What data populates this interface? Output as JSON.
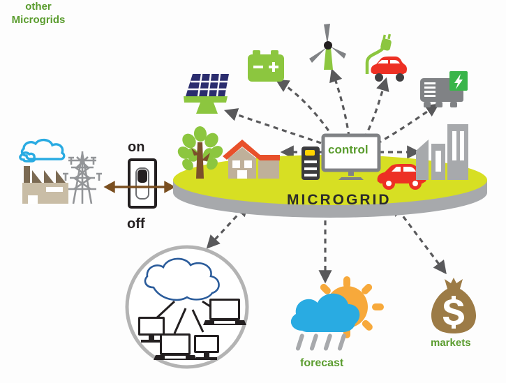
{
  "diagram": {
    "title": "MICROGRID",
    "platform_label": "MICROGRID",
    "control_label": "control",
    "switch": {
      "on_label": "on",
      "off_label": "off",
      "state": "on"
    },
    "cloud_label_line1": "other",
    "cloud_label_line2": "Microgrids",
    "forecast_label": "forecast",
    "markets_label": "markets"
  },
  "colors": {
    "green": "#8cc63f",
    "green_text": "#5a9c2e",
    "platform_top": "#d7df23",
    "platform_side": "#a7a9ac",
    "gray": "#808285",
    "dark_gray": "#58595b",
    "red": "#ed3024",
    "roof_orange": "#e8502a",
    "house_tan": "#bfb09a",
    "factory_tan": "#c9bda6",
    "factory_roof": "#7b6a53",
    "cloud_blue": "#29abe2",
    "sun_orange": "#f7a93b",
    "solar_navy": "#2b2d6e",
    "money_brown": "#9c7b46",
    "arrow_brown": "#7a4f20",
    "text_dark": "#231f20",
    "circle_gray": "#b3b3b3"
  },
  "assets": {
    "solar_panel": "solar-panel",
    "battery": "battery",
    "battery_minus": "−",
    "battery_plus": "+",
    "wind_turbine": "wind-turbine",
    "ev_charger": "electric-vehicle-charging",
    "generator": "generator",
    "tree": "tree",
    "house": "house",
    "server": "server-rack",
    "monitor": "control-monitor",
    "car": "electric-car",
    "buildings": "city-buildings",
    "factory": "factory",
    "transmission_tower": "transmission-tower",
    "light_switch": "light-switch",
    "weather": "weather-forecast",
    "money_bag": "money-bag",
    "computers": "computer-network"
  },
  "connections": {
    "grid_link": "bidirectional",
    "control_to_assets": "dashed-arrows",
    "microgrid_to_services": "dashed-arrows"
  }
}
